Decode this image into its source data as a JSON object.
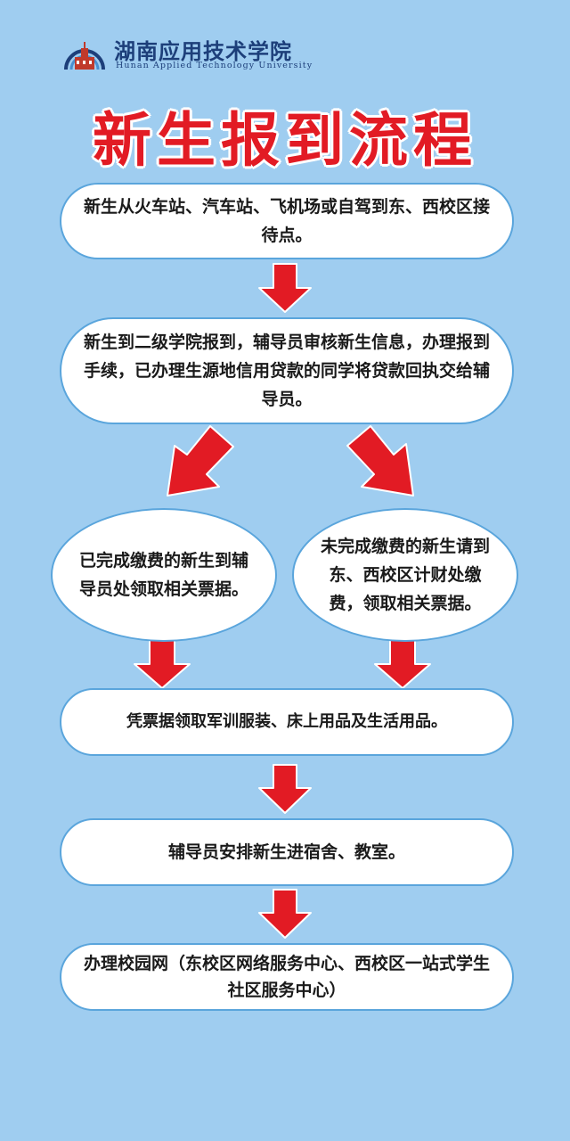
{
  "header": {
    "school_name_cn": "湖南应用技术学院",
    "school_name_en": "Hunan Applied Technology University"
  },
  "title": "新生报到流程",
  "steps": {
    "step1": "新生从火车站、汽车站、飞机场或自驾到东、西校区接待点。",
    "step2": "新生到二级学院报到，辅导员审核新生信息，办理报到手续，已办理生源地信用贷款的同学将贷款回执交给辅导员。",
    "step3a": "已完成缴费的新生到辅导员处领取相关票据。",
    "step3b": "未完成缴费的新生请到东、西校区计财处缴费，领取相关票据。",
    "step4": "凭票据领取军训服装、床上用品及生活用品。",
    "step5": "辅导员安排新生进宿舍、教室。",
    "step6": "办理校园网（东校区网络服务中心、西校区一站式学生社区服务中心）"
  },
  "colors": {
    "background": "#9fcdf0",
    "title": "#e21b24",
    "arrow": "#e21b24",
    "box_border": "#5aa5dc"
  }
}
